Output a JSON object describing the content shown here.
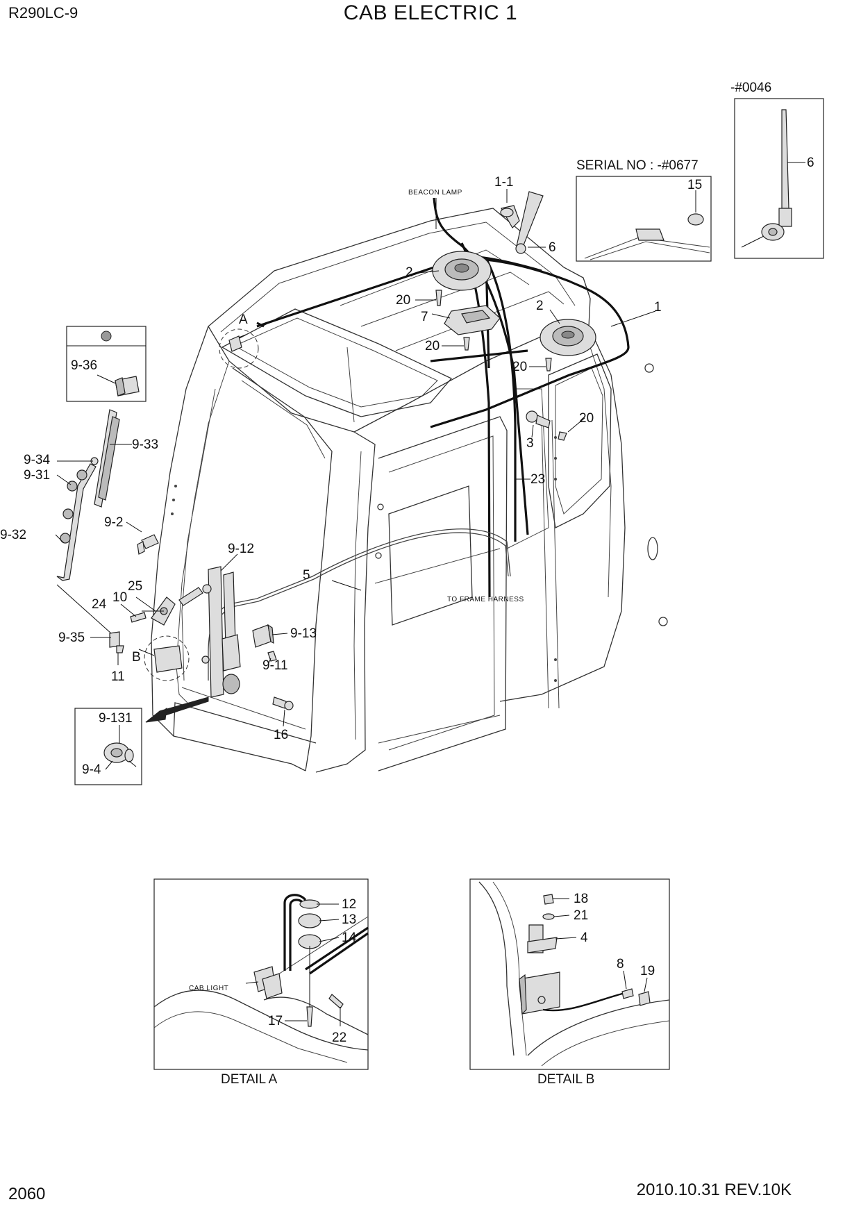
{
  "header": {
    "model": "R290LC-9",
    "title": "CAB ELECTRIC 1"
  },
  "footer": {
    "page_number": "2060",
    "revision": "2010.10.31  REV.10K"
  },
  "notes": {
    "beacon_lamp": "BEACON LAMP",
    "to_frame_harness": "TO FRAME HARNESS",
    "serial_no": "SERIAL NO : -#0677",
    "serial_antenna": "-#0046",
    "cab_light": "CAB LIGHT"
  },
  "details": {
    "a_marker": "A",
    "b_marker": "B",
    "detail_a": "DETAIL A",
    "detail_b": "DETAIL B"
  },
  "parts": {
    "p1_1": "1-1",
    "p6": "6",
    "p2a": "2",
    "p20a": "20",
    "p7": "7",
    "p20b": "20",
    "p2b": "2",
    "p1": "1",
    "p20c": "20",
    "p20d": "20",
    "p3": "3",
    "p23": "23",
    "p5": "5",
    "p9_12": "9-12",
    "p25": "25",
    "p10": "10",
    "p24": "24",
    "p9_13": "9-13",
    "p9_11": "9-11",
    "p9_35": "9-35",
    "p11": "11",
    "p16": "16",
    "p9_2": "9-2",
    "p9_32": "9-32",
    "p9_31": "9-31",
    "p9_34": "9-34",
    "p9_33": "9-33",
    "p9_36": "9-36",
    "p9_131": "9-131",
    "p9_4": "9-4",
    "p15": "15",
    "p6b": "6",
    "p12": "12",
    "p13": "13",
    "p14": "14",
    "p17": "17",
    "p22": "22",
    "p18": "18",
    "p21": "21",
    "p4": "4",
    "p8": "8",
    "p19": "19"
  }
}
